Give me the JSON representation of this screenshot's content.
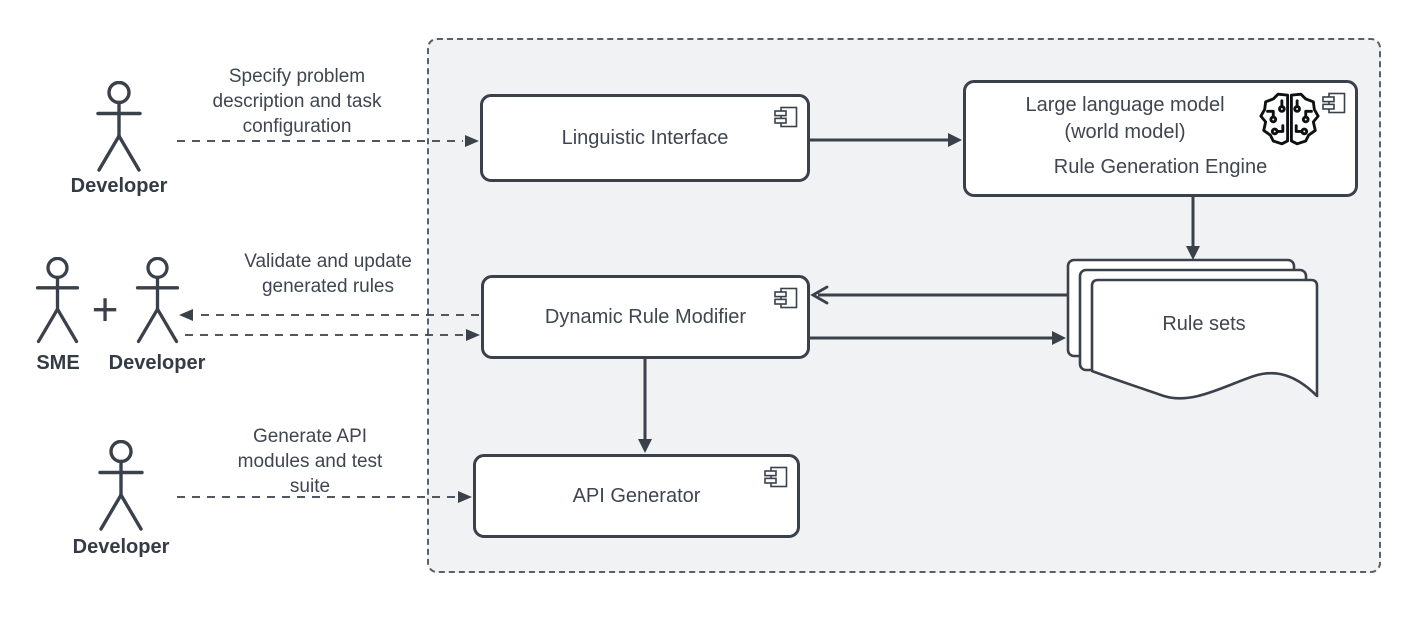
{
  "colors": {
    "stroke": "#3a414b",
    "text": "#3f4650",
    "boundary_bg": "#f1f2f4",
    "boundary_border": "#5a6068",
    "brain_icon": "#0e1012",
    "node_bg": "#ffffff"
  },
  "actors": {
    "developer_top": {
      "label": "Developer",
      "action": "Specify problem\ndescription and task\nconfiguration"
    },
    "sme_label": "SME",
    "developer_middle_label": "Developer",
    "plus": "+",
    "middle_action": "Validate and update\ngenerated rules",
    "developer_bottom": {
      "label": "Developer",
      "action": "Generate API\nmodules and test\nsuite"
    }
  },
  "components": {
    "linguistic_interface": {
      "label": "Linguistic Interface"
    },
    "rule_generation_engine": {
      "title": "Large language model\n(world model)",
      "subtitle": "Rule Generation Engine"
    },
    "dynamic_rule_modifier": {
      "label": "Dynamic Rule Modifier"
    },
    "rule_sets": {
      "label": "Rule sets"
    },
    "api_generator": {
      "label": "API Generator"
    }
  },
  "icons": {
    "component": "uml-component-icon",
    "brain": "brain-circuit-icon",
    "actor": "person-stick-figure-icon"
  }
}
